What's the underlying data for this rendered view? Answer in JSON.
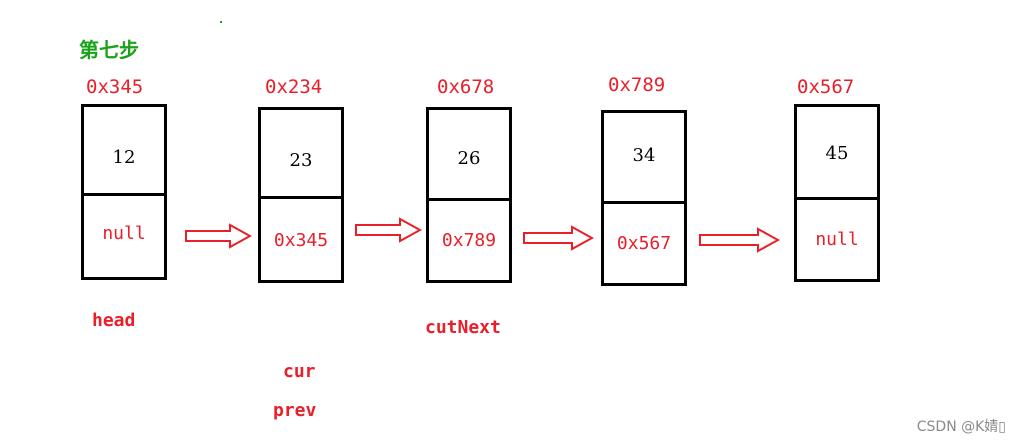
{
  "step_title": "第七步",
  "nodes": [
    {
      "address": "0x345",
      "value": "12",
      "next": "null"
    },
    {
      "address": "0x234",
      "value": "23",
      "next": "0x345"
    },
    {
      "address": "0x678",
      "value": "26",
      "next": "0x789"
    },
    {
      "address": "0x789",
      "value": "34",
      "next": "0x567"
    },
    {
      "address": "0x567",
      "value": "45",
      "next": "null"
    }
  ],
  "pointer_labels": {
    "head": "head",
    "cur": "cur",
    "prev": "prev",
    "cur_next": "cutNext"
  },
  "colors": {
    "address": "#e8202a",
    "title": "#1aa31a",
    "box": "#000000",
    "arrow": "#e8202a"
  },
  "watermark": "CSDN @K婧▯"
}
